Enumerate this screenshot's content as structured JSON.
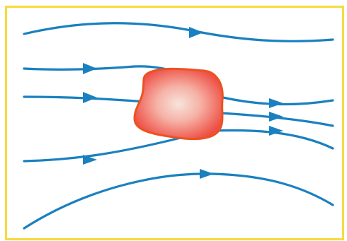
{
  "diagram": {
    "frame_color": "#f5dc3c",
    "background_color": "#ffffff",
    "line_color": "#1a80c0",
    "blob_edge_color": "#ec5220",
    "blob_fill_inner": "#f7e4dc",
    "blob_fill_outer": "#ee4f45",
    "streamlines": [
      {
        "id": "top"
      },
      {
        "id": "upper-deflected"
      },
      {
        "id": "middle-through"
      },
      {
        "id": "lower-deflected"
      },
      {
        "id": "bottom"
      }
    ],
    "obstacle": {
      "id": "blob"
    }
  }
}
